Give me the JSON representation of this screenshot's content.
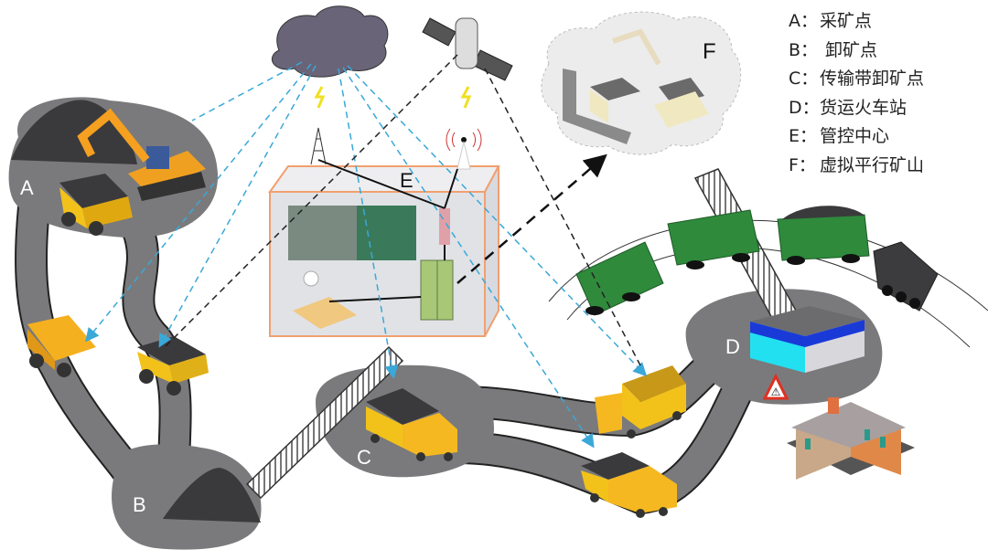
{
  "diagram": {
    "title": "Smart mine transport system overview",
    "regions": [
      {
        "key": "A",
        "label": "A"
      },
      {
        "key": "B",
        "label": "B"
      },
      {
        "key": "C",
        "label": "C"
      },
      {
        "key": "D",
        "label": "D"
      },
      {
        "key": "E",
        "label": "E"
      },
      {
        "key": "F",
        "label": "F"
      }
    ],
    "legend": [
      {
        "key": "A：",
        "text": "采矿点"
      },
      {
        "key": "B：",
        "text": " 卸矿点"
      },
      {
        "key": "C：",
        "text": "传输带卸矿点"
      },
      {
        "key": "D：",
        "text": "货运火车站"
      },
      {
        "key": "E：",
        "text": "管控中心"
      },
      {
        "key": "F：",
        "text": "虚拟平行矿山"
      }
    ],
    "colors": {
      "ground": "#7a7a7c",
      "coal": "#3a3a3c",
      "truck": "#f2c21a",
      "train": "#2f8a3c",
      "control_box": "#e0e2e6",
      "control_border": "#f0a070",
      "signal_blue": "#3aa8d8",
      "cloud": "#6a6478"
    }
  }
}
